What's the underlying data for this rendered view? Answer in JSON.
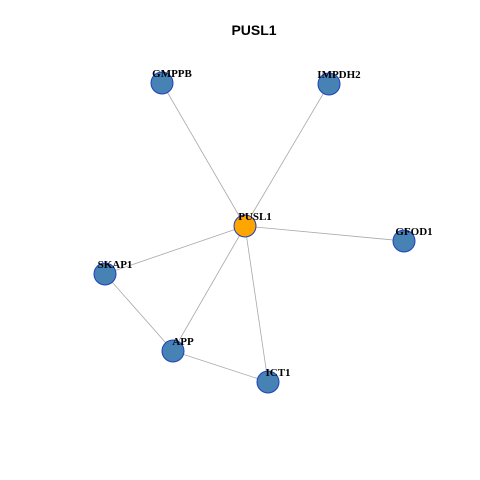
{
  "title": "PUSL1",
  "colors": {
    "center": "#ffa500",
    "neighbor": "#4682b4",
    "node_border": "#1f3fbf",
    "edge": "#a8a8a8"
  },
  "nodes": [
    {
      "id": "PUSL1",
      "label": "PUSL1",
      "role": "center"
    },
    {
      "id": "GMPPB",
      "label": "GMPPB",
      "role": "neighbor"
    },
    {
      "id": "IMPDH2",
      "label": "IMPDH2",
      "role": "neighbor"
    },
    {
      "id": "GFOD1",
      "label": "GFOD1",
      "role": "neighbor"
    },
    {
      "id": "SKAP1",
      "label": "SKAP1",
      "role": "neighbor"
    },
    {
      "id": "APP",
      "label": "APP",
      "role": "neighbor"
    },
    {
      "id": "ICT1",
      "label": "ICT1",
      "role": "neighbor"
    }
  ],
  "edges": [
    [
      "PUSL1",
      "GMPPB"
    ],
    [
      "PUSL1",
      "IMPDH2"
    ],
    [
      "PUSL1",
      "GFOD1"
    ],
    [
      "PUSL1",
      "SKAP1"
    ],
    [
      "PUSL1",
      "APP"
    ],
    [
      "PUSL1",
      "ICT1"
    ],
    [
      "SKAP1",
      "APP"
    ],
    [
      "APP",
      "ICT1"
    ]
  ]
}
